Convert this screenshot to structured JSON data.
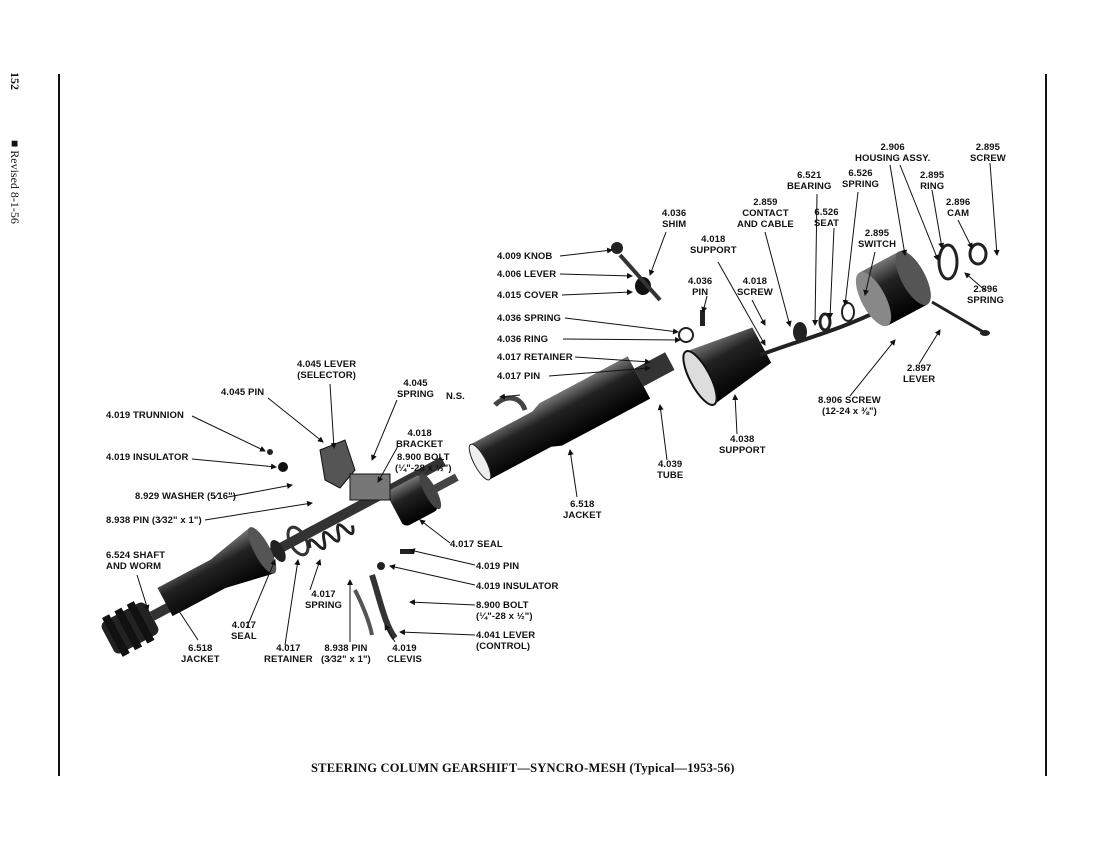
{
  "page": {
    "number": "152",
    "revised": "■ Revised 8-1-56"
  },
  "caption": "STEERING COLUMN GEARSHIFT—SYNCRO-MESH (Typical—1953-56)",
  "callouts": {
    "housing_assy": "2.906\nHOUSING ASSY.",
    "screw_2895": "2.895\nSCREW",
    "bearing_6521": "6.521\nBEARING",
    "spring_6526": "6.526\nSPRING",
    "ring_2895": "2.895\nRING",
    "cam_2896": "2.896\nCAM",
    "contact_cable": "2.859\nCONTACT\nAND CABLE",
    "seat_6526": "6.526\nSEAT",
    "shim_4036": "4.036\nSHIM",
    "switch_2895": "2.895\nSWITCH",
    "support_4018": "4.018\nSUPPORT",
    "knob_4009": "4.009 KNOB",
    "lever_4006": "4.006 LEVER",
    "pin_4036": "4.036\nPIN",
    "screw_4018": "4.018\nSCREW",
    "spring_2896": "2.896\nSPRING",
    "cover_4015": "4.015 COVER",
    "spring_4036": "4.036 SPRING",
    "ring_4036": "4.036 RING",
    "retainer_4017": "4.017 RETAINER",
    "pin_4017": "4.017 PIN",
    "lever_2897": "2.897\nLEVER",
    "screw_8906": "8.906 SCREW\n(12-24 x ⅜\")",
    "lever_selector": "4.045 LEVER\n(SELECTOR)",
    "pin_4045": "4.045 PIN",
    "spring_4045": "4.045\nSPRING",
    "ns": "N.S.",
    "trunnion_4019": "4.019 TRUNNION",
    "bracket_4018": "4.018\nBRACKET",
    "support_4038": "4.038\nSUPPORT",
    "insulator_4019_a": "4.019 INSULATOR",
    "bolt_8900_a": "8.900 BOLT\n(¼\"-28 x ½\")",
    "tube_4039": "4.039\nTUBE",
    "washer_8929": "8.929 WASHER (5⁄16\")",
    "jacket_6518_upper": "6.518\nJACKET",
    "pin_8938_a": "8.938 PIN (3⁄32\" x 1\")",
    "seal_4017_right": "4.017 SEAL",
    "shaft_worm": "6.524 SHAFT\nAND WORM",
    "pin_4019": "4.019 PIN",
    "spring_4017": "4.017\nSPRING",
    "insulator_4019_b": "4.019 INSULATOR",
    "seal_4017_left": "4.017\nSEAL",
    "bolt_8900_b": "8.900 BOLT\n(¼\"-28 x ½\")",
    "lever_control": "4.041 LEVER\n(CONTROL)",
    "jacket_6518_lower": "6.518\nJACKET",
    "retainer_4017_lower": "4.017\nRETAINER",
    "pin_8938_b": "8.938 PIN\n(3⁄32\" x 1\")",
    "clevis_4019": "4.019\nCLEVIS"
  }
}
